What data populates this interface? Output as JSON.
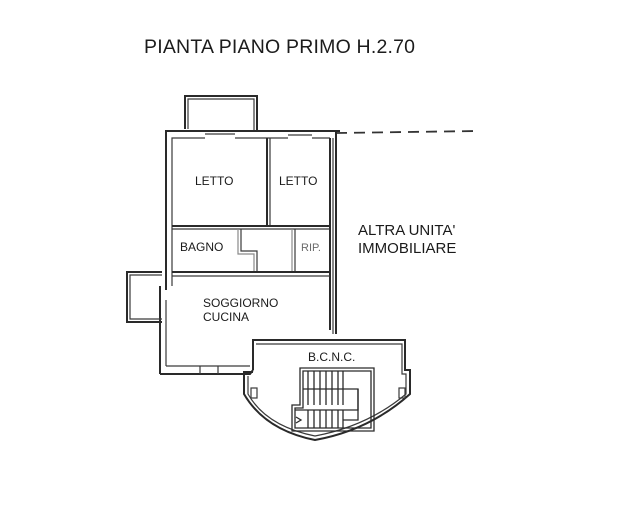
{
  "title": "PIANTA PIANO PRIMO H.2.70",
  "rooms": {
    "letto_1": "LETTO",
    "letto_2": "LETTO",
    "bagno": "BAGNO",
    "ripostiglio": "RIP.",
    "soggiorno_line1": "SOGGIORNO",
    "soggiorno_line2": "CUCINA",
    "bcnc": "B.C.N.C."
  },
  "neighbor": {
    "line1": "ALTRA UNITA'",
    "line2": "IMMOBILIARE"
  },
  "colors": {
    "background": "#ffffff",
    "line": "#2a2a2a"
  }
}
